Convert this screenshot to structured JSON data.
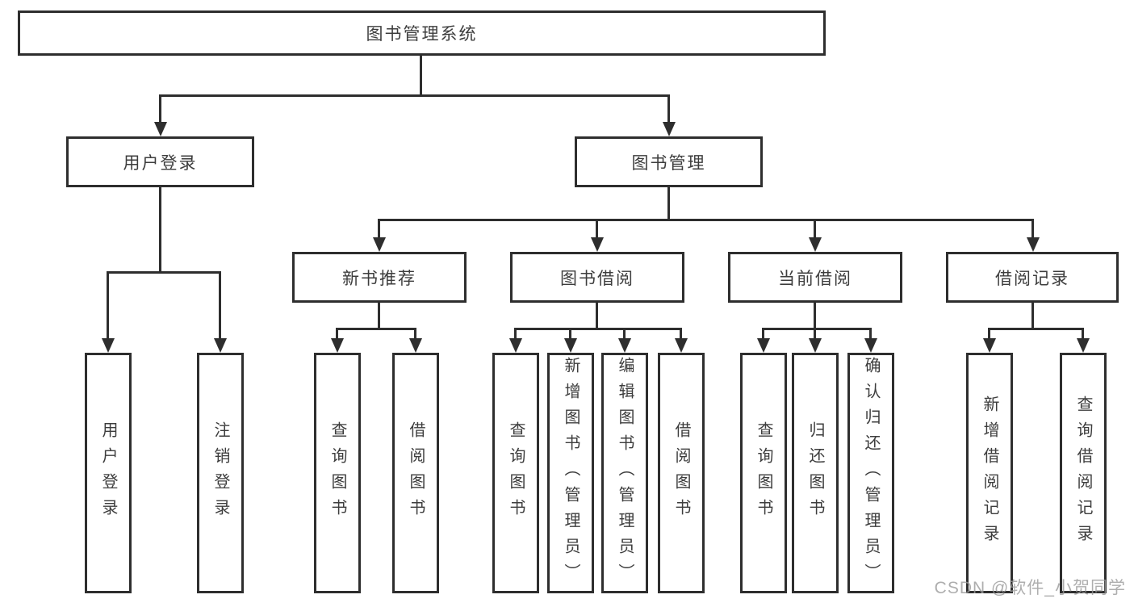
{
  "diagram": {
    "tree": {
      "root": {
        "label": "图书管理系统",
        "children": [
          {
            "label": "用户登录",
            "children": [
              {
                "label": "用户登录"
              },
              {
                "label": "注销登录"
              }
            ]
          },
          {
            "label": "图书管理",
            "children": [
              {
                "label": "新书推荐",
                "children": [
                  {
                    "label": "查询图书"
                  },
                  {
                    "label": "借阅图书"
                  }
                ]
              },
              {
                "label": "图书借阅",
                "children": [
                  {
                    "label": "查询图书"
                  },
                  {
                    "label": "新增图书（管理员）"
                  },
                  {
                    "label": "编辑图书（管理员）"
                  },
                  {
                    "label": "借阅图书"
                  }
                ]
              },
              {
                "label": "当前借阅",
                "children": [
                  {
                    "label": "查询图书"
                  },
                  {
                    "label": "归还图书"
                  },
                  {
                    "label": "确认归还（管理员）"
                  }
                ]
              },
              {
                "label": "借阅记录",
                "children": [
                  {
                    "label": "新增借阅记录"
                  },
                  {
                    "label": "查询借阅记录"
                  }
                ]
              }
            ]
          }
        ]
      }
    },
    "watermark": "CSDN @软件_小贺同学",
    "colors": {
      "line": "#2e2e2e",
      "box_border": "#2e2e2e",
      "box_fill": "#ffffff",
      "text": "#3d3d3d",
      "watermark": "#9a9a9a",
      "background": "#ffffff"
    }
  }
}
